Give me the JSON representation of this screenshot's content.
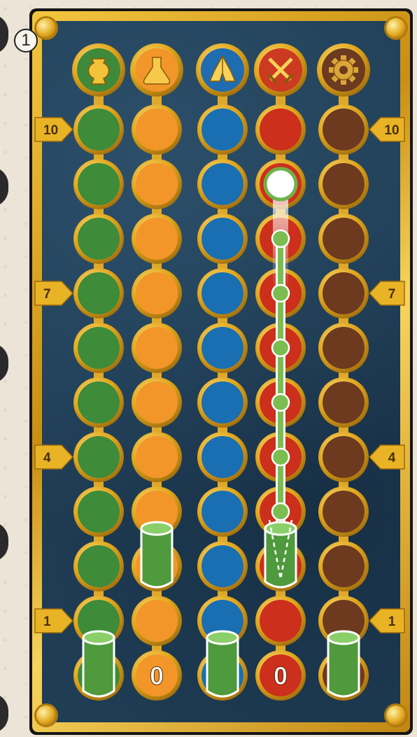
{
  "step_badge": "1",
  "tracks": [
    {
      "id": "culture",
      "icon": "vase-icon",
      "color": "#3e8b3a",
      "icon_bg": "#3f8a3a"
    },
    {
      "id": "science",
      "icon": "flask-icon",
      "color": "#f2962a",
      "icon_bg": "#f2962a"
    },
    {
      "id": "faith",
      "icon": "praying-hands-icon",
      "color": "#1a6fb2",
      "icon_bg": "#1f6cb0"
    },
    {
      "id": "military",
      "icon": "crossed-swords-icon",
      "color": "#cc2f1c",
      "icon_bg": "#cc3a22"
    },
    {
      "id": "industry",
      "icon": "gear-icon",
      "color": "#6e3a1f",
      "icon_bg": "#6b3a1f"
    }
  ],
  "level_labels": {
    "top": "10",
    "upper": "7",
    "lower": "4",
    "bottom": "1"
  },
  "zero_labels": [
    "0",
    "0"
  ],
  "markers": [
    {
      "track": "culture",
      "level": 0
    },
    {
      "track": "science",
      "level": 2
    },
    {
      "track": "faith",
      "level": 0
    },
    {
      "track": "military",
      "level": 2,
      "ghost": true
    },
    {
      "track": "industry",
      "level": 0
    }
  ],
  "move_path": {
    "track": "military",
    "from_level": 2,
    "to_level": 9
  }
}
